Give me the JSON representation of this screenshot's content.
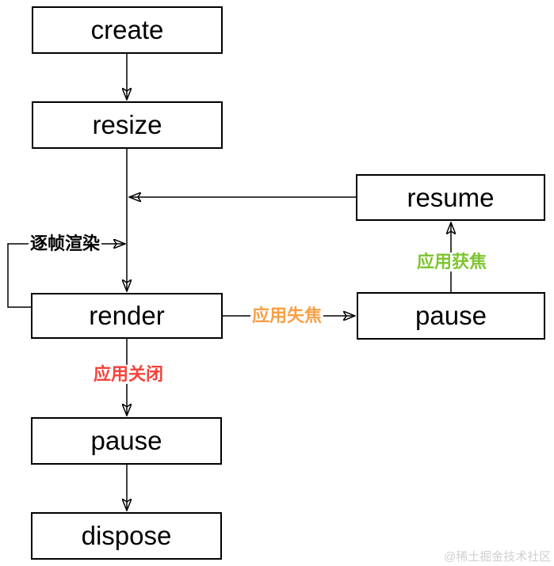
{
  "page": {
    "background": "#ffffff",
    "line_color": "#000000"
  },
  "diagram": {
    "nodes": [
      {
        "id": "create",
        "label": "create"
      },
      {
        "id": "resize",
        "label": "resize"
      },
      {
        "id": "resume",
        "label": "resume"
      },
      {
        "id": "render",
        "label": "render"
      },
      {
        "id": "pause_right",
        "label": "pause"
      },
      {
        "id": "pause_bottom",
        "label": "pause"
      },
      {
        "id": "dispose",
        "label": "dispose"
      }
    ],
    "edges": [
      {
        "from": "create",
        "to": "resize",
        "label": ""
      },
      {
        "from": "resize",
        "to": "render",
        "label": ""
      },
      {
        "from": "resume",
        "to": "render",
        "label": ""
      },
      {
        "from": "render",
        "to": "render",
        "label": "逐帧渲染"
      },
      {
        "from": "render",
        "to": "pause_right",
        "label": "应用失焦"
      },
      {
        "from": "pause_right",
        "to": "resume",
        "label": "应用获焦"
      },
      {
        "from": "render",
        "to": "pause_bottom",
        "label": "应用关闭"
      },
      {
        "from": "pause_bottom",
        "to": "dispose",
        "label": ""
      }
    ],
    "edge_labels": {
      "frame_render": {
        "text": "逐帧渲染",
        "color": "#000000"
      },
      "lose_focus": {
        "text": "应用失焦",
        "color": "#f7a046"
      },
      "gain_focus": {
        "text": "应用获焦",
        "color": "#7dc52e"
      },
      "app_close": {
        "text": "应用关闭",
        "color": "#f4433c"
      }
    },
    "watermark": {
      "text": "@稀土掘金技术社区",
      "color": "#d0d0d0"
    }
  }
}
